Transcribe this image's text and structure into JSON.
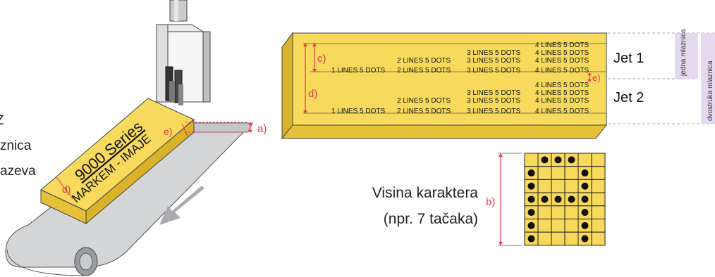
{
  "left_text": {
    "line1": "Z",
    "line2": "znica",
    "line3": "azeva"
  },
  "product_print": {
    "series": "9000 Series",
    "brand": "MARKEM - IMAJE"
  },
  "annotations": {
    "a": "a)",
    "b": "b)",
    "c": "c)",
    "d": "d)",
    "e": "e)"
  },
  "dot_rows": [
    {
      "row": "top4",
      "cols": [
        "",
        "",
        "",
        "4 LINES 5 DOTS"
      ]
    },
    {
      "row": "r2",
      "cols": [
        "",
        "",
        "3 LINES 5 DOTS",
        "4 LINES 5 DOTS"
      ]
    },
    {
      "row": "r3",
      "cols": [
        "",
        "2 LINES 5 DOTS",
        "3 LINES 5 DOTS",
        "4 LINES 5 DOTS"
      ]
    },
    {
      "row": "r4",
      "cols": [
        "1 LINES 5 DOTS",
        "2 LINES 5 DOTS",
        "3 LINES 5 DOTS",
        "4 LINES 5 DOTS"
      ]
    },
    {
      "row": "r5",
      "cols": [
        "",
        "",
        "",
        "4 LINES 5 DOTS"
      ]
    },
    {
      "row": "r6",
      "cols": [
        "",
        "",
        "3 LINES 5 DOTS",
        "4 LINES 5 DOTS"
      ]
    },
    {
      "row": "r7",
      "cols": [
        "",
        "2 LINES 5 DOTS",
        "3 LINES 5 DOTS",
        "4 LINES 5 DOTS"
      ]
    },
    {
      "row": "r8",
      "cols": [
        "1 LINES 5 DOTS",
        "2 LINES 5 DOTS",
        "3 LINES 5 DOTS",
        "4 LINES 5 DOTS"
      ]
    }
  ],
  "jets": {
    "jet1": "Jet 1",
    "jet2": "Jet 2",
    "single_nozzle": "jedna mlaznica",
    "double_nozzle": "dvostruka mlaznica"
  },
  "char_height": {
    "line1": "Visina karaktera",
    "line2": "(npr. 7 tačaka)"
  },
  "dot_matrix": {
    "cols": 6,
    "rows": 7,
    "filled": [
      [
        1,
        0
      ],
      [
        2,
        0
      ],
      [
        3,
        0
      ],
      [
        0,
        1
      ],
      [
        4,
        1
      ],
      [
        0,
        2
      ],
      [
        4,
        2
      ],
      [
        0,
        3
      ],
      [
        1,
        3
      ],
      [
        2,
        3
      ],
      [
        3,
        3
      ],
      [
        4,
        3
      ],
      [
        0,
        4
      ],
      [
        4,
        4
      ],
      [
        0,
        5
      ],
      [
        4,
        5
      ],
      [
        0,
        6
      ],
      [
        4,
        6
      ]
    ]
  },
  "colors": {
    "yellow": "#f7d95c",
    "yellow_dark": "#e5c038",
    "grey": "#b9bcbf",
    "red": "#e03a4a",
    "lavender": "#e4d9ee",
    "dash": "#a6a8ab"
  }
}
